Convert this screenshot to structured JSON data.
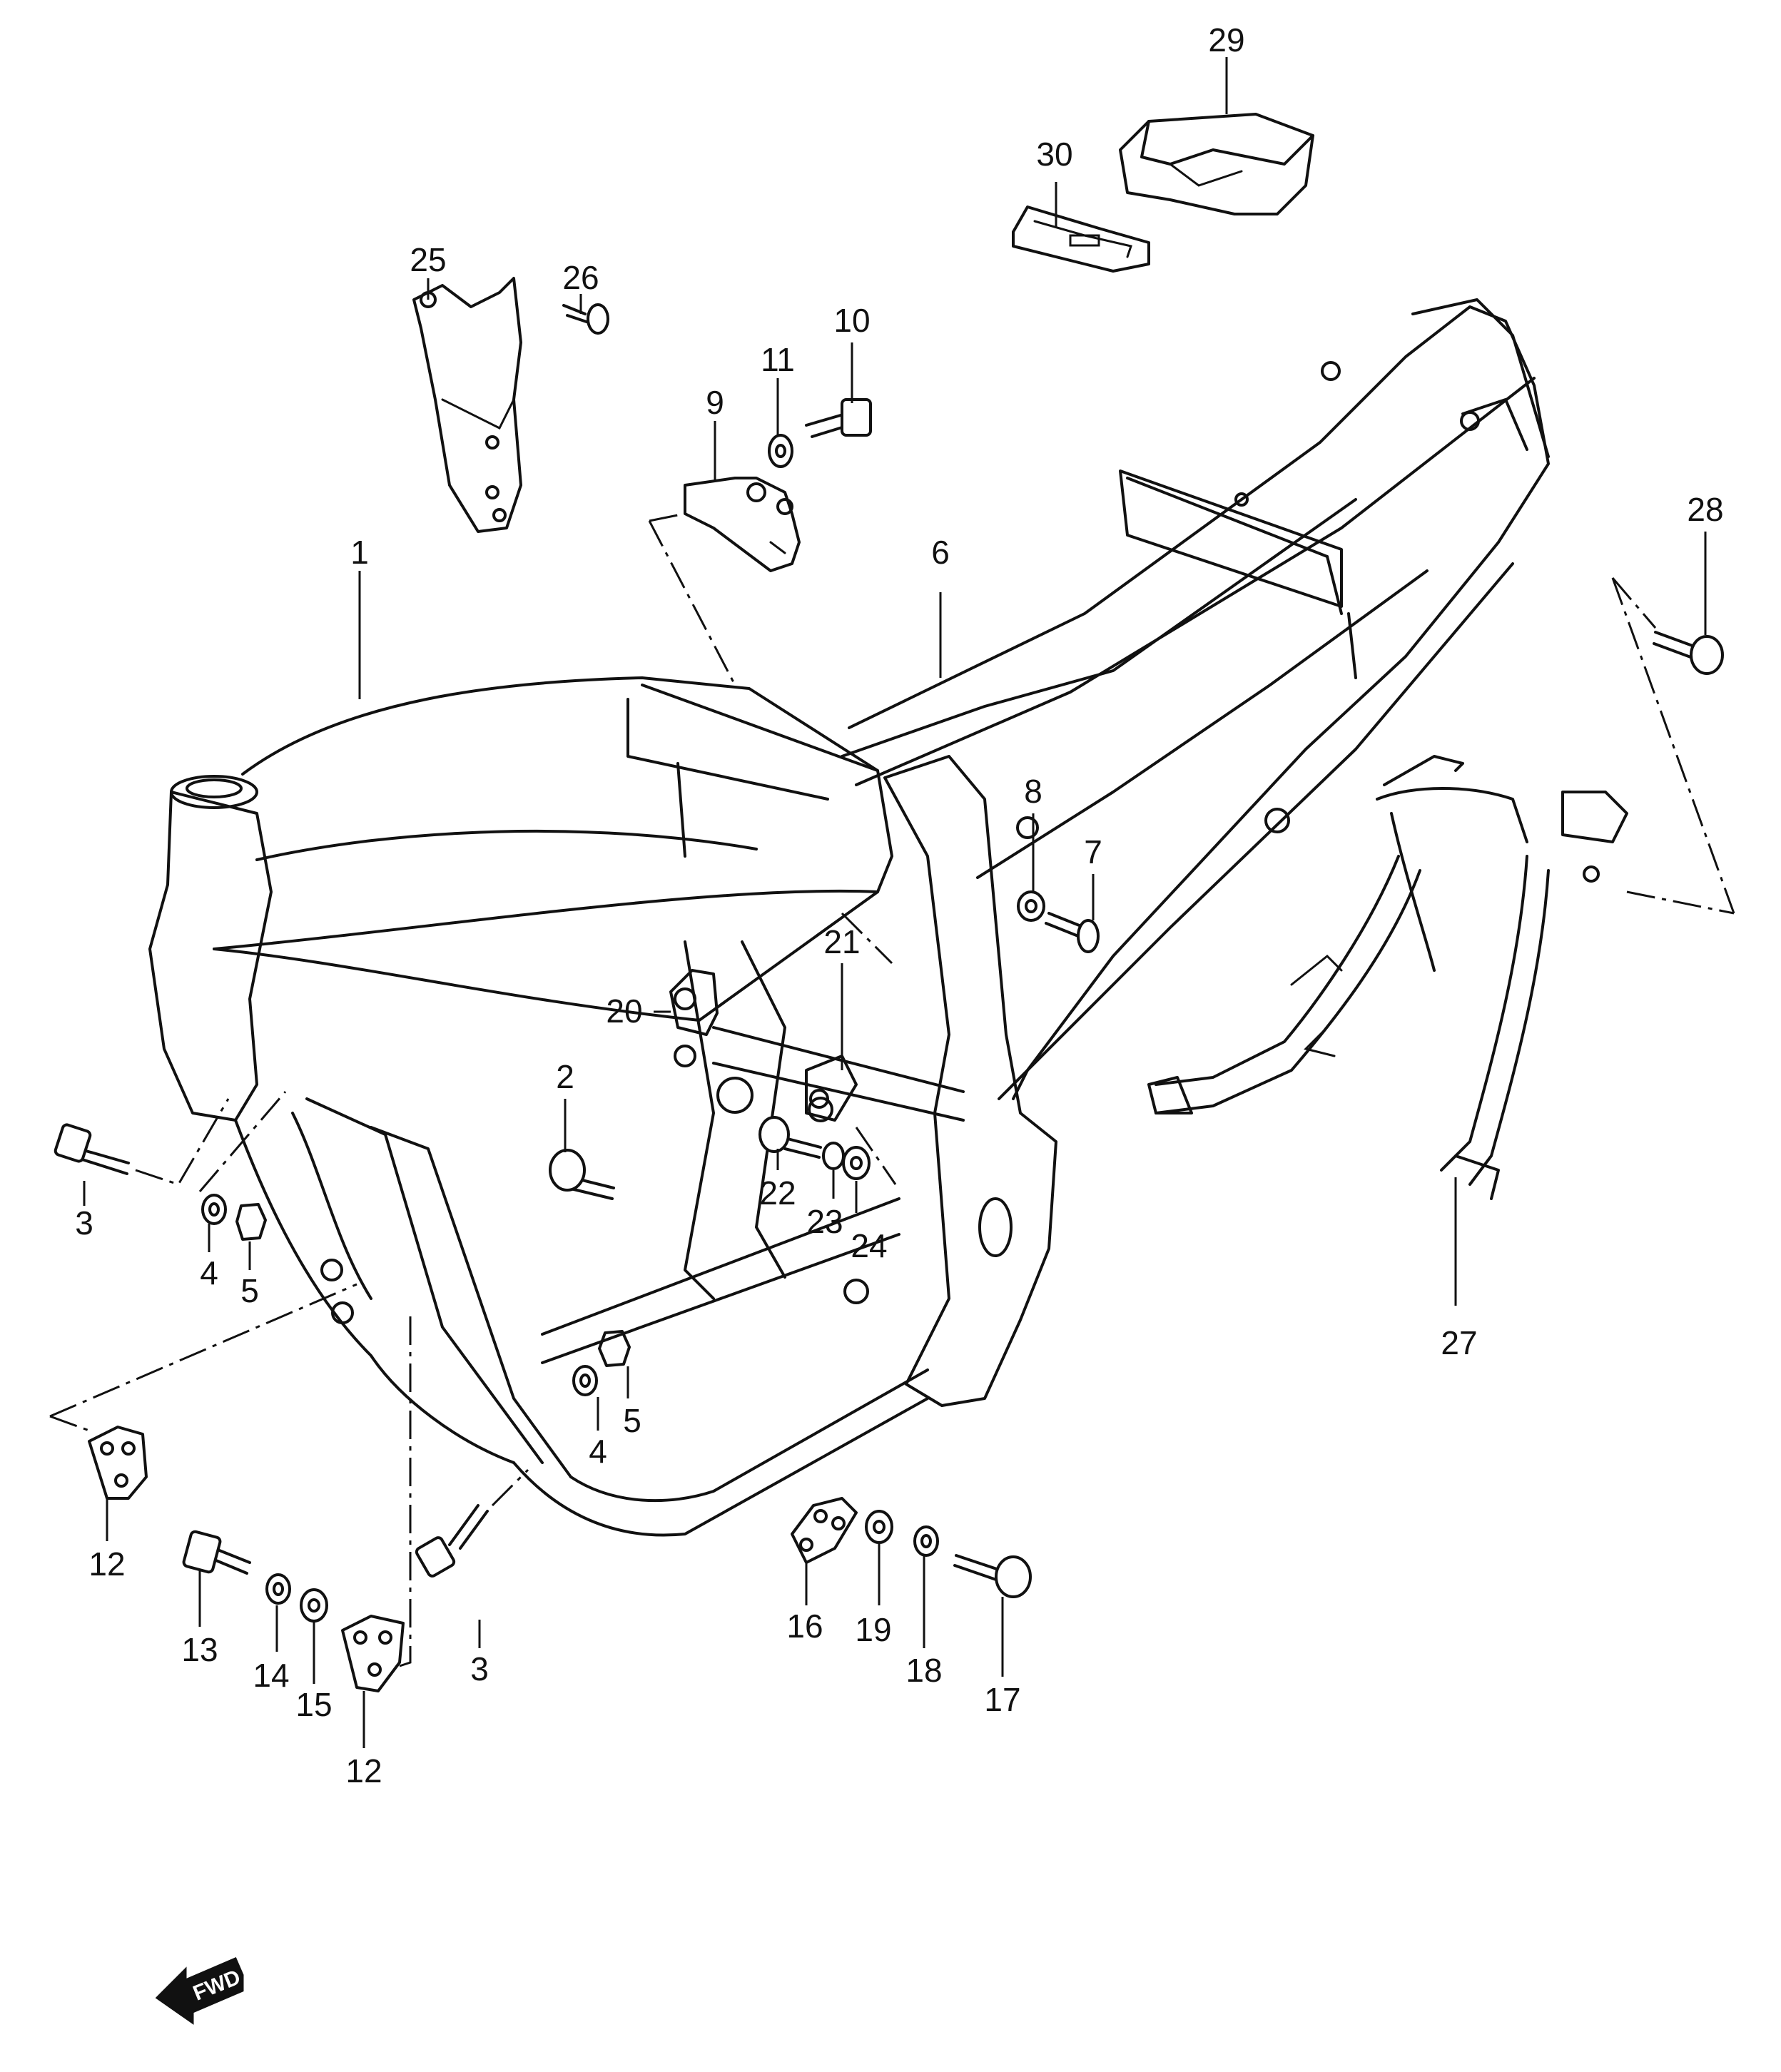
{
  "fwd_badge": "FWD",
  "callouts": [
    {
      "id": "c1",
      "label": "1"
    },
    {
      "id": "c2",
      "label": "2"
    },
    {
      "id": "c3a",
      "label": "3"
    },
    {
      "id": "c3b",
      "label": "3"
    },
    {
      "id": "c4a",
      "label": "4"
    },
    {
      "id": "c4b",
      "label": "4"
    },
    {
      "id": "c5a",
      "label": "5"
    },
    {
      "id": "c5b",
      "label": "5"
    },
    {
      "id": "c6",
      "label": "6"
    },
    {
      "id": "c7",
      "label": "7"
    },
    {
      "id": "c8",
      "label": "8"
    },
    {
      "id": "c9",
      "label": "9"
    },
    {
      "id": "c10",
      "label": "10"
    },
    {
      "id": "c11",
      "label": "11"
    },
    {
      "id": "c12a",
      "label": "12"
    },
    {
      "id": "c12b",
      "label": "12"
    },
    {
      "id": "c13",
      "label": "13"
    },
    {
      "id": "c14",
      "label": "14"
    },
    {
      "id": "c15",
      "label": "15"
    },
    {
      "id": "c16",
      "label": "16"
    },
    {
      "id": "c17",
      "label": "17"
    },
    {
      "id": "c18",
      "label": "18"
    },
    {
      "id": "c19",
      "label": "19"
    },
    {
      "id": "c20",
      "label": "20"
    },
    {
      "id": "c21",
      "label": "21"
    },
    {
      "id": "c22",
      "label": "22"
    },
    {
      "id": "c23",
      "label": "23"
    },
    {
      "id": "c24",
      "label": "24"
    },
    {
      "id": "c25",
      "label": "25"
    },
    {
      "id": "c26",
      "label": "26"
    },
    {
      "id": "c27",
      "label": "27"
    },
    {
      "id": "c28",
      "label": "28"
    },
    {
      "id": "c29",
      "label": "29"
    },
    {
      "id": "c30",
      "label": "30"
    }
  ]
}
